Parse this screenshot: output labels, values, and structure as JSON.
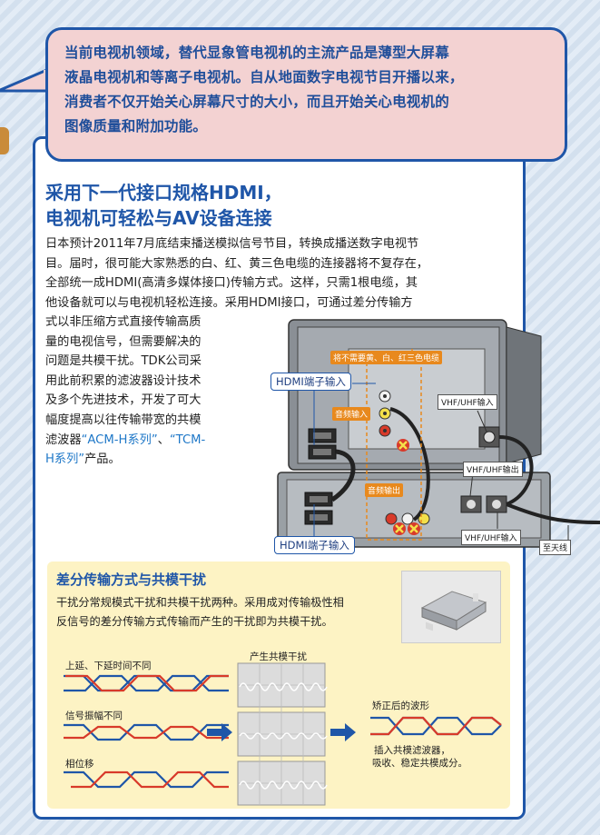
{
  "intro": {
    "lines": [
      "当前电视机领域，替代显象管电视机的主流产品是薄型大屏幕",
      "液晶电视机和等离子电视机。自从地面数字电视节目开播以来，",
      "消费者不仅开始关心屏幕尺寸的大小，而且开始关心电视机的",
      "图像质量和附加功能。"
    ]
  },
  "section": {
    "heading_line1": "采用下一代接口规格HDMI，",
    "heading_line2": "电视机可轻松与AV设备连接",
    "para_full": [
      "日本预计2011年7月底结束播送模拟信号节目，转换成播送数字电视节",
      "目。届时，很可能大家熟悉的白、红、黄三色电缆的连接器将不复存在，",
      "全部统一成HDMI(高清多媒体接口)传输方式。这样，只需1根电缆，其",
      "他设备就可以与电视机轻松连接。采用HDMI接口，可通过差分传输方"
    ],
    "para_narrow": [
      "式以非压缩方式直接传输高质",
      "量的电视信号，但需要解决的",
      "问题是共模干扰。TDK公司采",
      "用此前积累的滤波器设计技术",
      "及多个先进技术，开发了可大",
      "幅度提高以往传输带宽的共模"
    ],
    "para_last_prefix": "滤波器",
    "product1": "“ACM-H系列”",
    "sep": "、",
    "product2_a": "“TCM-",
    "product2_b": "H系列”",
    "suffix": "产品。"
  },
  "diagram": {
    "banner": "将不需要黄、白、红三色电缆",
    "hdmi_in_top": "HDMI端子输入",
    "audio_in": "音频输入",
    "vhf_in": "VHF/UHF输入",
    "vhf_out": "VHF/UHF输出",
    "audio_out": "音频输出",
    "vhf_in2": "VHF/UHF输入",
    "hdmi_in_bottom": "HDMI端子输入",
    "antenna": "至天线"
  },
  "panel": {
    "title": "差分传输方式与共模干扰",
    "text_line1": "干扰分常规模式干扰和共模干扰两种。采用成对传输极性相",
    "text_line2": "反信号的差分传输方式传输而产生的干扰即为共模干扰。",
    "label_delay": "上延、下延时间不同",
    "label_amp": "信号振幅不同",
    "label_phase": "相位移",
    "label_noise": "产生共模干扰",
    "label_corrected": "矫正后的波形",
    "label_filter1": "插入共模滤波器，",
    "label_filter2": "吸收、稳定共模成分。"
  },
  "colors": {
    "accent_blue": "#1f56a8",
    "bubble_pink": "#f3d2d2",
    "panel_yellow": "#fdf3c4",
    "orange": "#e8891d"
  }
}
